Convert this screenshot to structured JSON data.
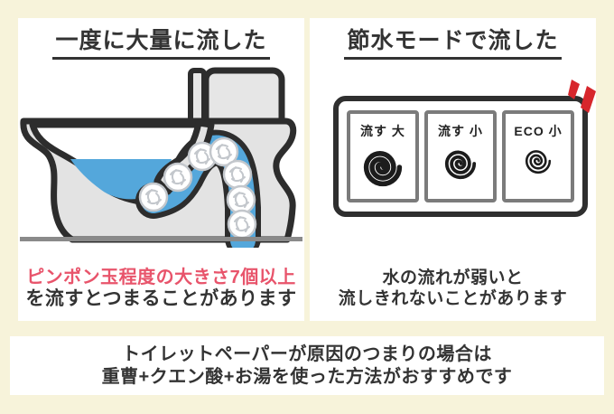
{
  "colors": {
    "background_cream": "#f7f3da",
    "panel_white": "#ffffff",
    "ink": "#333333",
    "highlight_red_text": "#e8546b",
    "alert_red": "#d7262c",
    "water_blue": "#54a7db",
    "body_gray": "#e3e3e3",
    "floor_gray": "#8a8a8a",
    "button_border_gray": "#7b7b7b"
  },
  "left_panel": {
    "title": "一度に大量に流した",
    "illustration": "toilet-cross-section-clogged-with-paper-balls",
    "paper_ball_count": 7,
    "caption_highlight": "ピンポン玉程度の大きさ7個以上",
    "caption_rest": "を流すとつまることがあります"
  },
  "right_panel": {
    "title": "節水モードで流した",
    "flush_buttons": [
      {
        "label": "流す 大",
        "icon": "swirl-large"
      },
      {
        "label": "流す 小",
        "icon": "swirl-medium"
      },
      {
        "label": "ECO 小",
        "icon": "swirl-small"
      }
    ],
    "caption_line1": "水の流れが弱いと",
    "caption_line2": "流しきれないことがあります"
  },
  "footer": {
    "line1": "トイレットペーパーが原因のつまりの場合は",
    "line2": "重曹+クエン酸+お湯を使った方法がおすすめです"
  }
}
